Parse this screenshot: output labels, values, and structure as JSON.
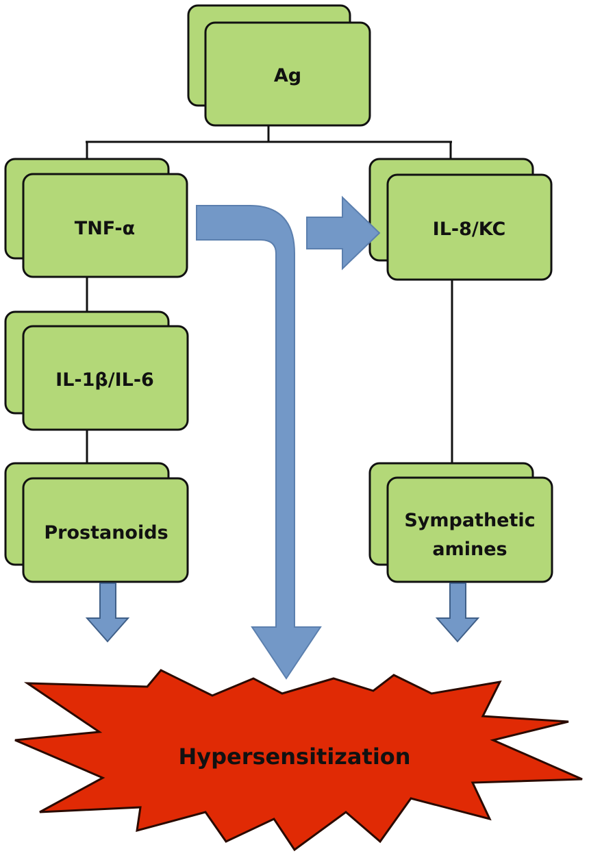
{
  "nodes": {
    "ag": "Ag",
    "tnf": "TNF-α",
    "il1": "IL-1β/IL-6",
    "prostanoids": "Prostanoids",
    "il8": "IL-8/KC",
    "sympathetic_line1": "Sympathetic",
    "sympathetic_line2": "amines"
  },
  "outcome": "Hypersensitization",
  "colors": {
    "box_fill": "#b3d878",
    "box_stroke": "#111111",
    "arrow_fill": "#7398c7",
    "arrow_stroke": "#5b7fae",
    "burst_fill": "#e02a05",
    "burst_stroke": "#2a0a00",
    "connector": "#111111"
  }
}
